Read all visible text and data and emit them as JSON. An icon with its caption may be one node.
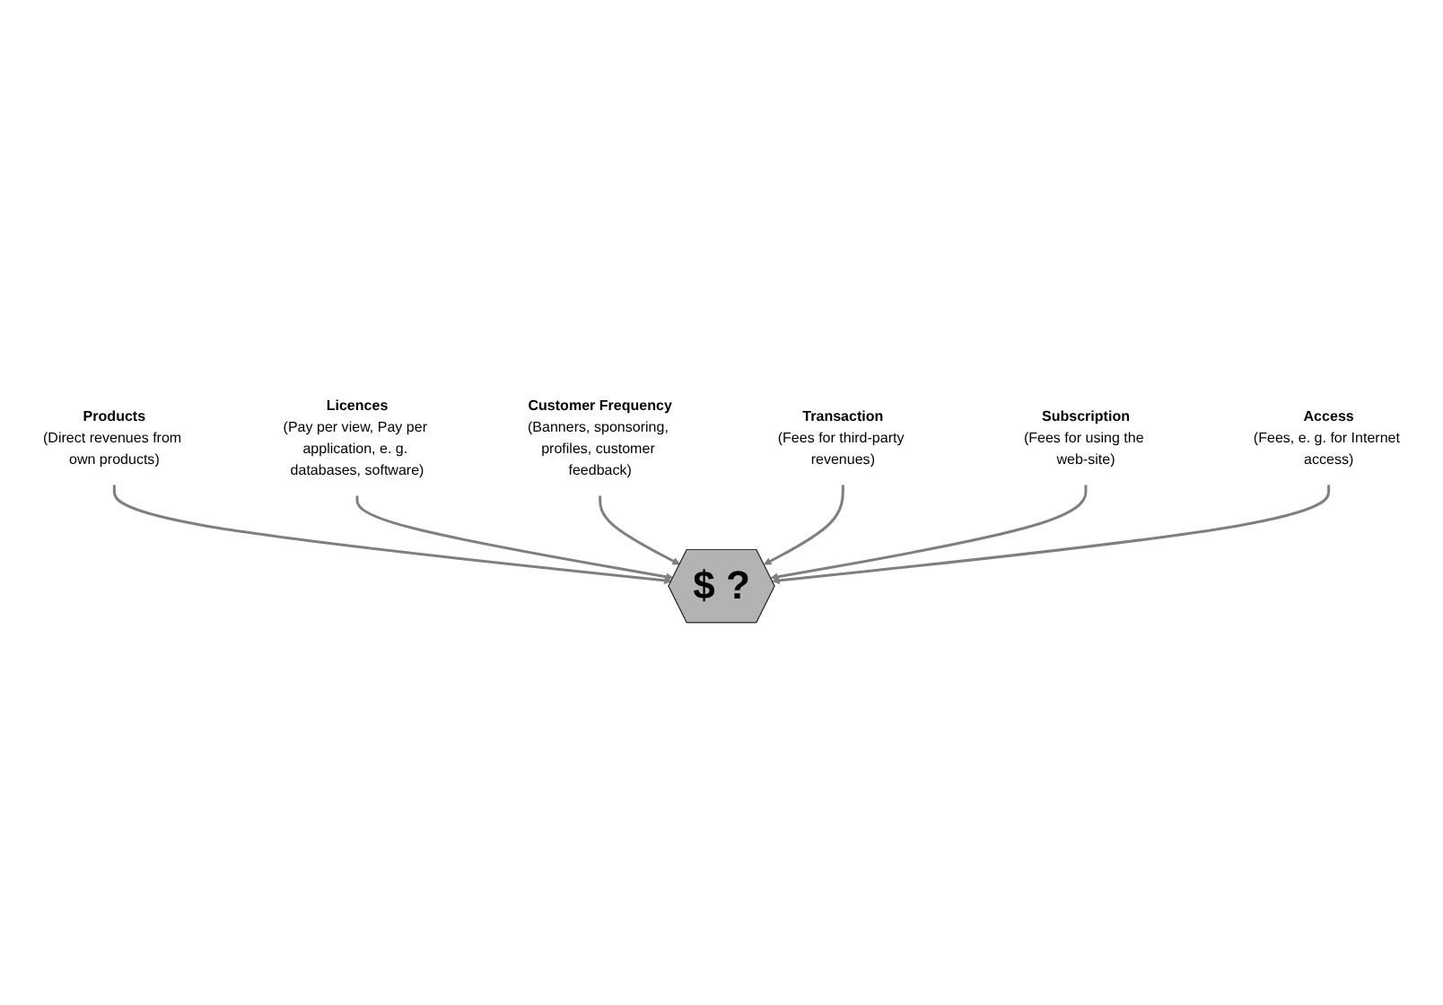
{
  "diagram": {
    "nodes": [
      {
        "text": [
          "Products",
          "(Direct revenues from own products)"
        ]
      },
      {
        "text": [
          "Licences",
          "(Pay per view, Pay per application, e. g. databases, software)"
        ]
      },
      {
        "text": [
          "Customer Frequency",
          "(Banners, sponsoring, profiles, customer feedback)"
        ]
      },
      {
        "text": [
          "$ ?"
        ]
      },
      {
        "text": [
          "Transaction",
          "(Fees for third-party revenues)"
        ]
      },
      {
        "text": [
          "Subscription",
          "(Fees for using the web-site)"
        ]
      },
      {
        "text": [
          "Access",
          "(Fees, e. g. for Internet access)"
        ]
      }
    ],
    "edges": [
      {
        "from": 0,
        "to": 3,
        "arrow": "to"
      },
      {
        "from": 1,
        "to": 3,
        "arrow": "to"
      },
      {
        "from": 2,
        "to": 3,
        "arrow": "to"
      },
      {
        "from": 4,
        "to": 3,
        "arrow": "to"
      },
      {
        "from": 5,
        "to": 3,
        "arrow": "to"
      },
      {
        "from": 6,
        "to": 3,
        "arrow": "to"
      }
    ]
  }
}
